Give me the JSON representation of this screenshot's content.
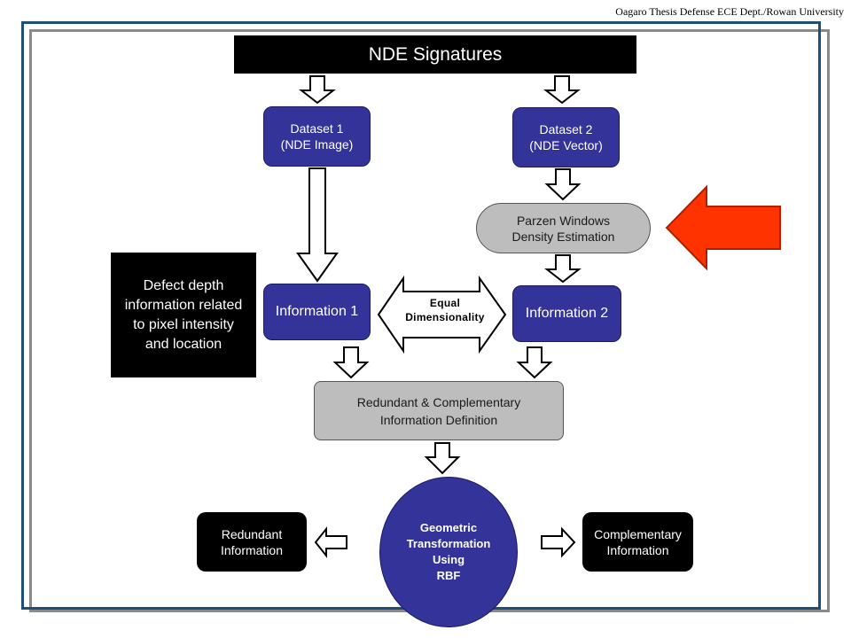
{
  "header": {
    "credit": "Oagaro Thesis Defense ECE Dept./Rowan University"
  },
  "title": "NDE Signatures",
  "dataset1": {
    "line1": "Dataset 1",
    "line2": "(NDE Image)"
  },
  "dataset2": {
    "line1": "Dataset 2",
    "line2": "(NDE Vector)"
  },
  "parzen": {
    "line1": "Parzen Windows",
    "line2": "Density Estimation"
  },
  "defect": {
    "line1": "Defect depth",
    "line2": "information related",
    "line3": "to pixel intensity",
    "line4": "and location"
  },
  "information1": "Information 1",
  "information2": "Information 2",
  "equal": {
    "line1": "Equal",
    "line2": "Dimensionality"
  },
  "redundant_complementary": {
    "line1": "Redundant & Complementary",
    "line2": "Information  Definition"
  },
  "geometric": {
    "line1": "Geometric",
    "line2": "Transformation",
    "line3": "Using",
    "line4": "RBF"
  },
  "redundant_info": {
    "line1": "Redundant",
    "line2": "Information"
  },
  "complementary_info": {
    "line1": "Complementary",
    "line2": "Information"
  },
  "colors": {
    "navy": "#333399",
    "gray": "#bdbdbd",
    "black": "#000000",
    "red_arrow": "#ff3300",
    "frame_blue": "#1f4e79",
    "frame_gray": "#8a8a8a"
  }
}
